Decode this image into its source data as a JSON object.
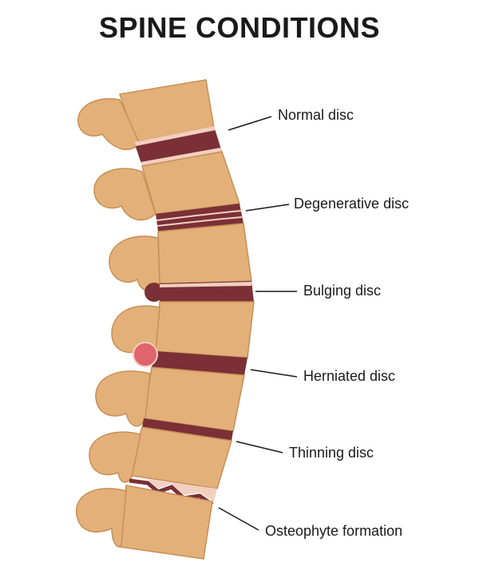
{
  "title": "SPINE CONDITIONS",
  "colors": {
    "bone": "#e3b079",
    "bone_outline": "#c78f55",
    "disc": "#7a3036",
    "disc_light": "#f3cfc0",
    "herniation": "#e0646b",
    "leader_line": "#1a1a1a"
  },
  "conditions": [
    {
      "label": "Normal disc"
    },
    {
      "label": "Degenerative disc"
    },
    {
      "label": "Bulging disc"
    },
    {
      "label": "Herniated disc"
    },
    {
      "label": "Thinning disc"
    },
    {
      "label": "Osteophyte formation"
    }
  ]
}
